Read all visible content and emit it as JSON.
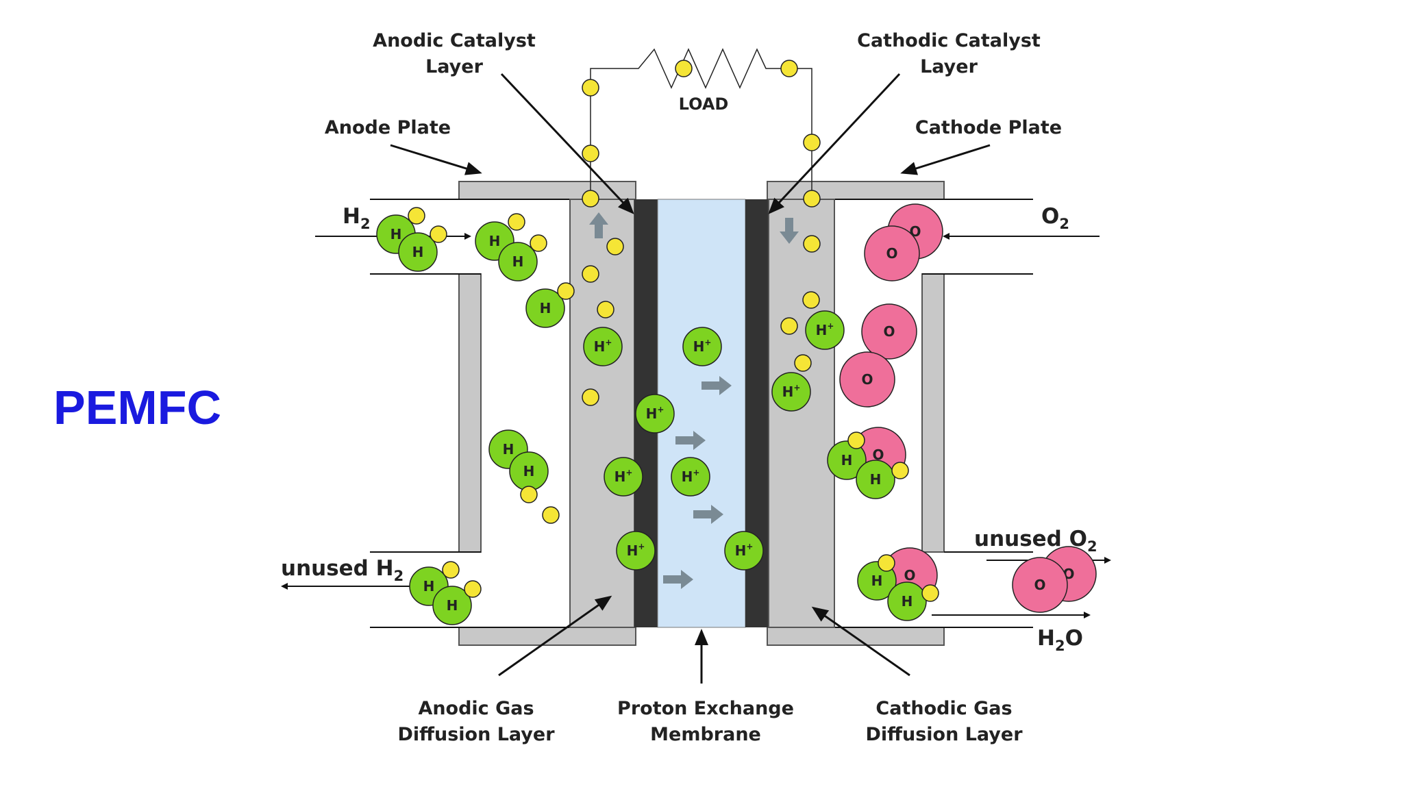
{
  "slide": {
    "title": "PEMFC"
  },
  "colors": {
    "title": "#1a1adf",
    "plate": "#c8c8c8",
    "catalyst": "#333333",
    "membrane": "#cfe4f7",
    "hydrogen": "#7ed321",
    "oxygen": "#ef6f9a",
    "electron": "#f5e536"
  },
  "diagram": {
    "labels": {
      "anodic_catalyst": [
        "Anodic Catalyst",
        "Layer"
      ],
      "cathodic_catalyst": [
        "Cathodic Catalyst",
        "Layer"
      ],
      "load": "LOAD",
      "anode_plate": "Anode Plate",
      "cathode_plate": "Cathode Plate",
      "anodic_gdl": [
        "Anodic Gas",
        "Diffusion Layer"
      ],
      "pem": [
        "Proton Exchange",
        "Membrane"
      ],
      "cathodic_gdl": [
        "Cathodic Gas",
        "Diffusion Layer"
      ]
    },
    "flows": {
      "h2_in": "H",
      "h2_in_sub": "2",
      "o2_in": "O",
      "o2_in_sub": "2",
      "unused_h2": "unused H",
      "unused_h2_sub": "2",
      "unused_o2": "unused O",
      "unused_o2_sub": "2",
      "water": "H",
      "water_sub": "2",
      "water_tail": "O"
    },
    "particles": {
      "hydrogen": "H",
      "oxygen": "O",
      "proton": "H",
      "proton_sup": "+"
    }
  }
}
